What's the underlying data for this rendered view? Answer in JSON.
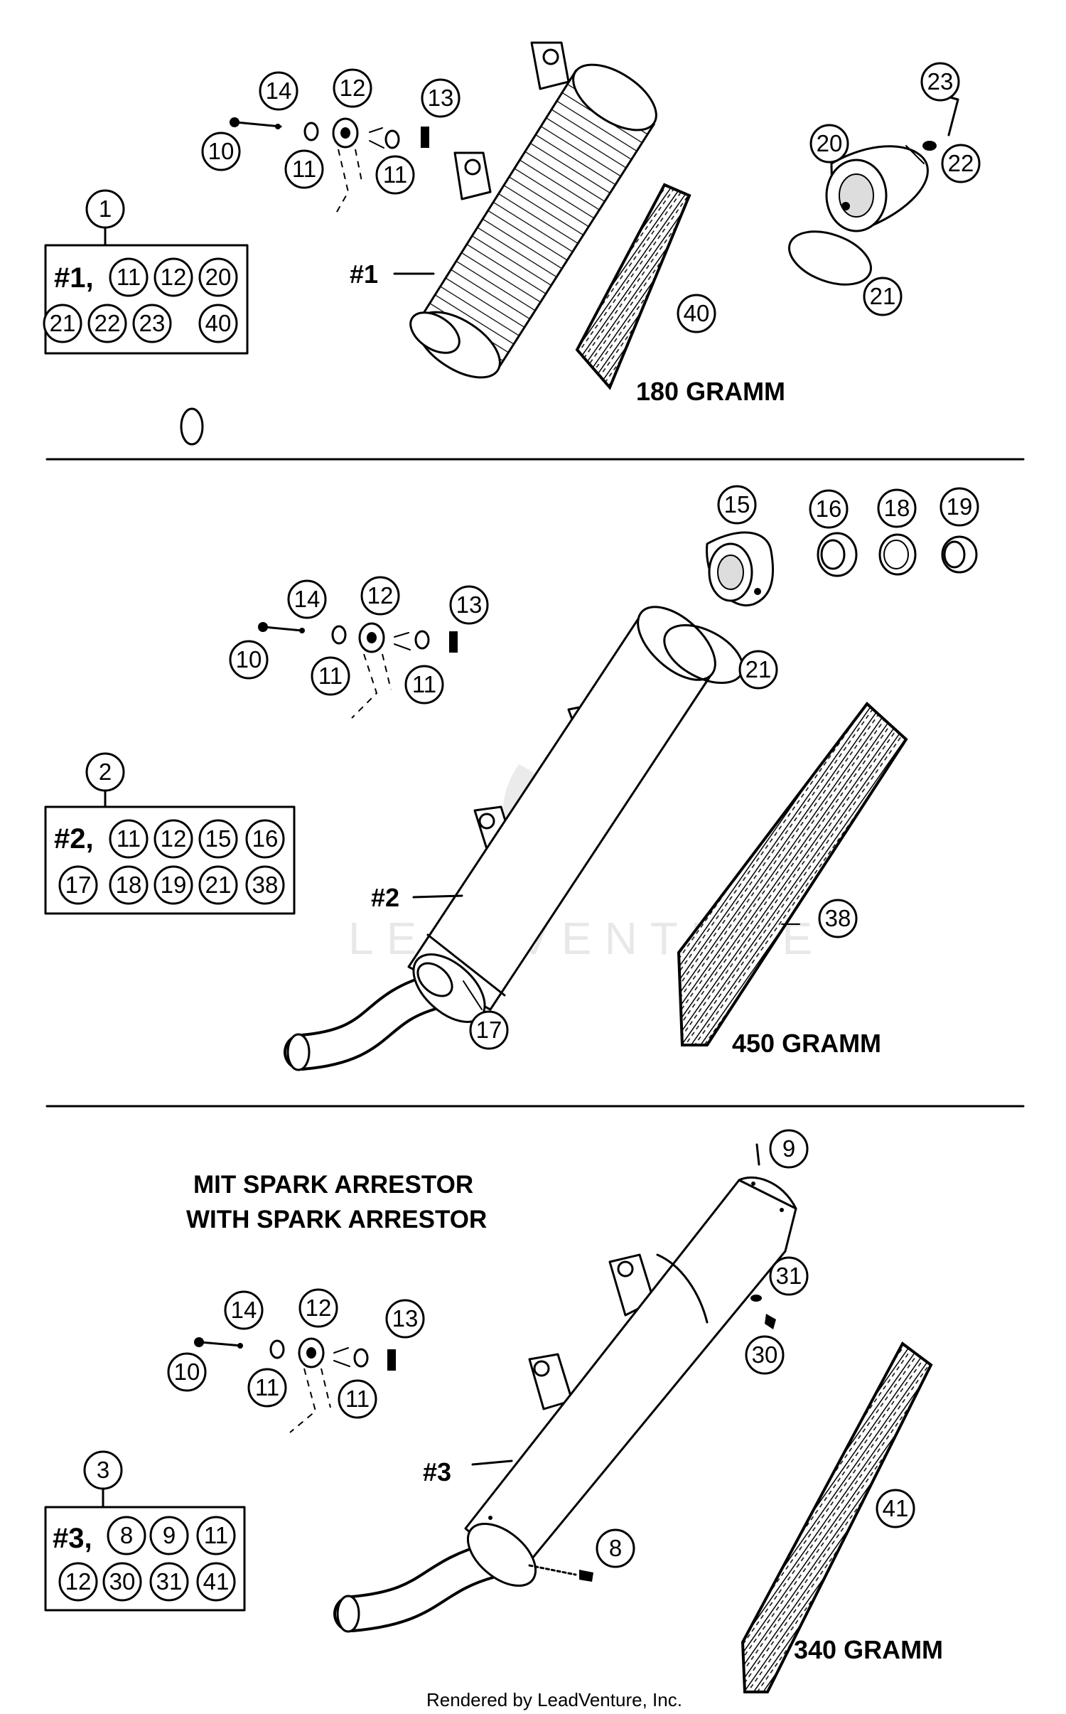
{
  "sections": [
    {
      "kit_label": "#1,",
      "kit_number": "1",
      "kit_parts": [
        "11",
        "12",
        "20",
        "21",
        "22",
        "23",
        "40"
      ],
      "assembly_label": "#1",
      "weight": "180 GRAMM",
      "callouts": [
        "14",
        "12",
        "13",
        "10",
        "11",
        "11",
        "23",
        "20",
        "22",
        "21",
        "40"
      ]
    },
    {
      "kit_label": "#2,",
      "kit_number": "2",
      "kit_parts": [
        "11",
        "12",
        "15",
        "16",
        "17",
        "18",
        "19",
        "21",
        "38"
      ],
      "assembly_label": "#2",
      "weight": "450 GRAMM",
      "callouts": [
        "14",
        "12",
        "13",
        "10",
        "11",
        "11",
        "15",
        "16",
        "18",
        "19",
        "21",
        "38",
        "17"
      ]
    },
    {
      "kit_label": "#3,",
      "kit_number": "3",
      "kit_parts": [
        "8",
        "9",
        "11",
        "12",
        "30",
        "31",
        "41"
      ],
      "assembly_label": "#3",
      "weight": "340 GRAMM",
      "callouts": [
        "14",
        "12",
        "13",
        "10",
        "11",
        "11",
        "9",
        "31",
        "30",
        "8",
        "41"
      ],
      "note_line1": "MIT SPARK ARRESTOR",
      "note_line2": "WITH SPARK ARRESTOR"
    }
  ],
  "watermark": "LEADVENTURE",
  "footer": "Rendered by LeadVenture, Inc."
}
